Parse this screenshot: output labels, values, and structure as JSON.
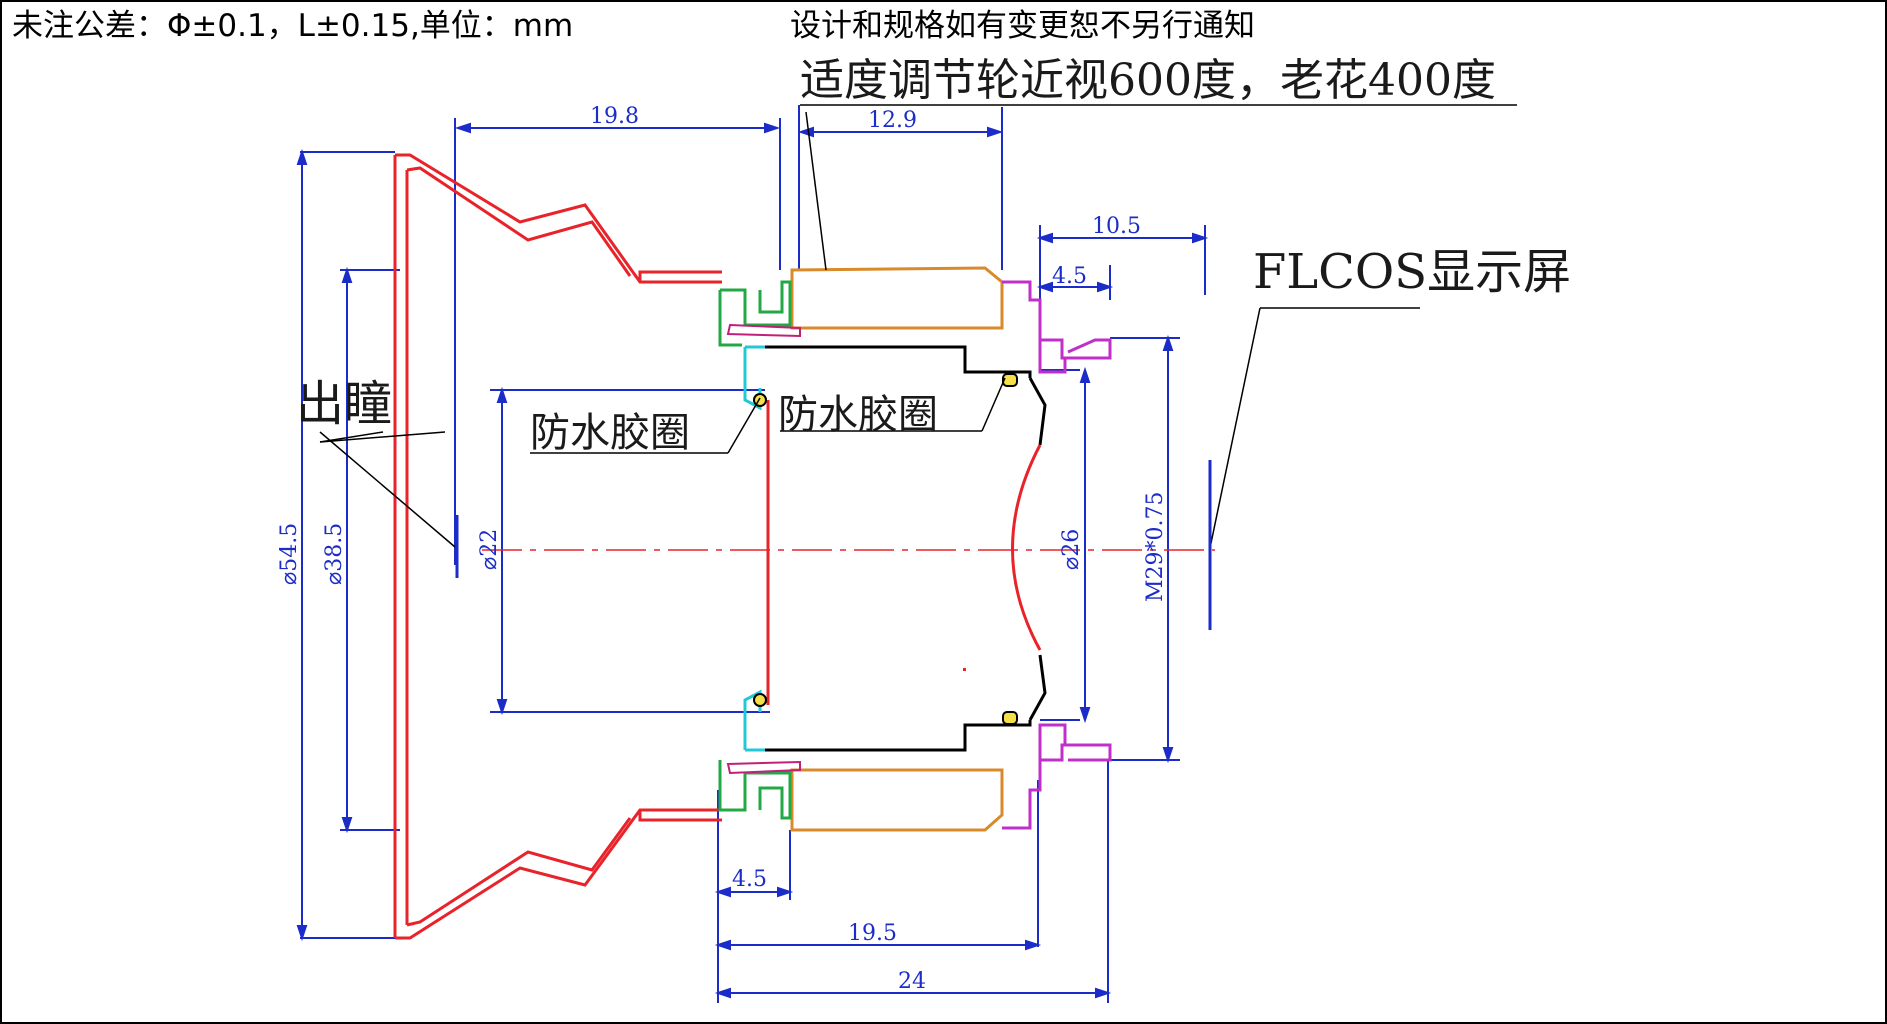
{
  "header": {
    "tolerance": "未注公差：Φ±0.1，L±0.15,单位：mm",
    "disclaimer": "设计和规格如有变更恕不另行通知"
  },
  "annotations": {
    "diopter": "适度调节轮近视600度，老花400度",
    "display": "FLCOS显示屏",
    "exit_pupil": "出瞳",
    "seal_left": "防水胶圈",
    "seal_right": "防水胶圈"
  },
  "dimensions": {
    "d_19_8": "19.8",
    "d_12_9": "12.9",
    "d_10_5": "10.5",
    "d_4_5_top": "4.5",
    "d_4_5_bottom": "4.5",
    "d_19_5": "19.5",
    "d_24": "24",
    "dia_54_5": "⌀54.5",
    "dia_38_5": "⌀38.5",
    "dia_22": "⌀22",
    "dia_26": "⌀26",
    "thread": "M29*0.75"
  },
  "colors": {
    "eyecup": "#e8232a",
    "focus_ring": "#d98a2b",
    "dimension": "#1c2cc8",
    "seal": "#22a845",
    "spacer": "#22c8d8",
    "mount": "#c030c8",
    "housing": "#000000"
  }
}
